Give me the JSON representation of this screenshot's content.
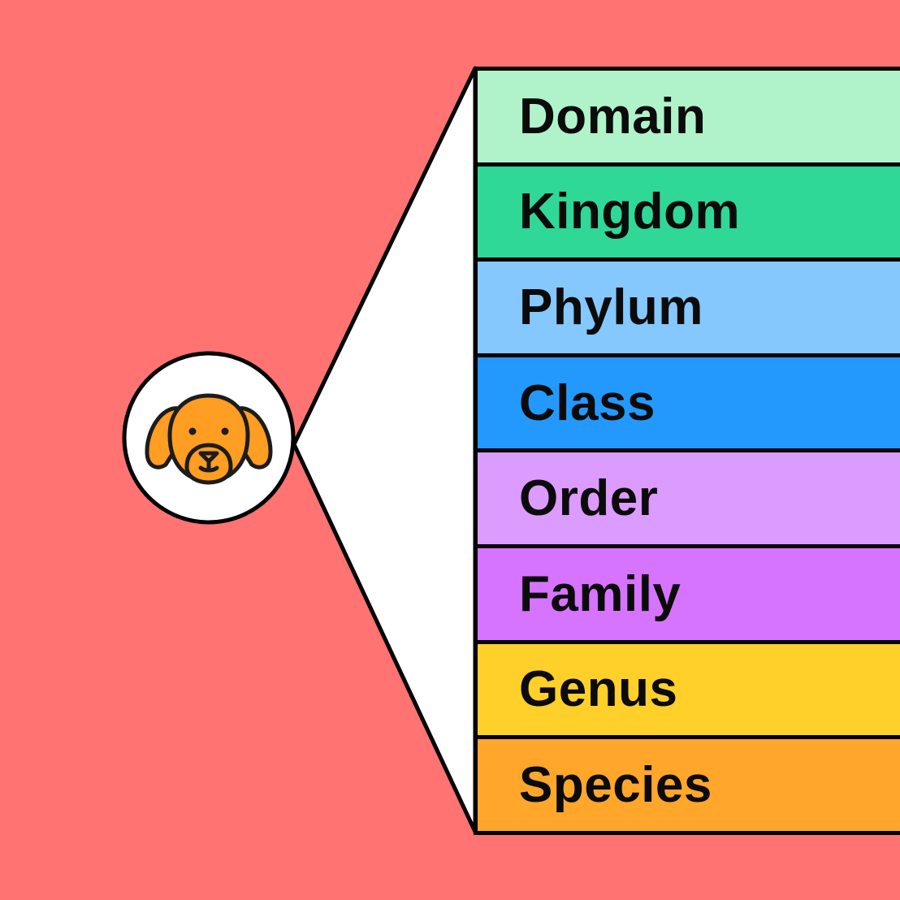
{
  "diagram": {
    "background_color": "#ff7373",
    "outline_color": "#000000",
    "funnel_color": "#ffffff",
    "animal_icon": {
      "name": "dog-icon",
      "fill_color": "#ff9e22",
      "stroke_color": "#1c1c1c"
    },
    "ranks": [
      {
        "label": "Domain",
        "color": "#b0f3cb"
      },
      {
        "label": "Kingdom",
        "color": "#2fd897"
      },
      {
        "label": "Phylum",
        "color": "#84c8fe"
      },
      {
        "label": "Class",
        "color": "#2399fe"
      },
      {
        "label": "Order",
        "color": "#dc9bff"
      },
      {
        "label": "Family",
        "color": "#d774ff"
      },
      {
        "label": "Genus",
        "color": "#ffd02a"
      },
      {
        "label": "Species",
        "color": "#ffa62b"
      }
    ]
  }
}
